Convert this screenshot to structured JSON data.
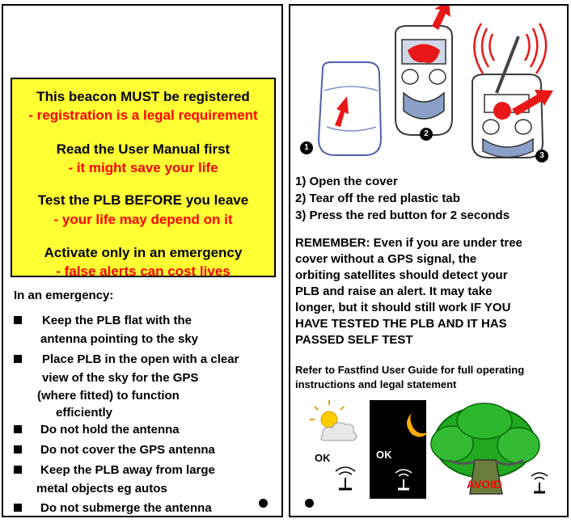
{
  "warning_box": {
    "line1": "This beacon MUST be registered",
    "line2": "- registration is a legal requirement",
    "line3": "Read the User Manual first",
    "line4": "- it might save your life",
    "line5": "Test the PLB BEFORE you leave",
    "line6": "- your life may depend on it",
    "line7": "Activate only in an emergency",
    "line8": "- false alerts can cost lives",
    "colors": {
      "background": "#ffff33",
      "warning_text": "#ff0000"
    }
  },
  "emergency": {
    "heading": "In an emergency:",
    "items": [
      {
        "lines": [
          "Keep the PLB flat with the",
          "antenna pointing to the sky"
        ]
      },
      {
        "lines": [
          "Place PLB in the open with a clear",
          "view of the sky for the GPS",
          "(where fitted) to function",
          "efficiently"
        ]
      },
      {
        "lines": [
          "Do not hold the antenna"
        ]
      },
      {
        "lines": [
          "Do not cover the GPS antenna"
        ]
      },
      {
        "lines": [
          "Keep the PLB away from large",
          "metal objects eg autos"
        ]
      },
      {
        "lines": [
          "Do not submerge the antenna"
        ]
      }
    ]
  },
  "illustration": {
    "step_numbers": [
      "1",
      "2",
      "3"
    ]
  },
  "steps": [
    "1)  Open the cover",
    "2)  Tear off the red plastic tab",
    "3)  Press the red button for 2 seconds"
  ],
  "remember": {
    "lines": [
      "REMEMBER: Even if you are under tree",
      "cover without a GPS signal, the",
      "orbiting satellites should detect your",
      "PLB and raise an alert. It may take",
      "longer, but it should still work IF YOU",
      "HAVE TESTED THE PLB AND IT HAS",
      "PASSED SELF TEST"
    ]
  },
  "refer": {
    "lines": [
      "Refer to Fastfind User Guide for full operating",
      "instructions and legal statement"
    ]
  },
  "sky_examples": {
    "day_label": "OK",
    "night_label": "OK",
    "tree_label": "AVOID"
  }
}
